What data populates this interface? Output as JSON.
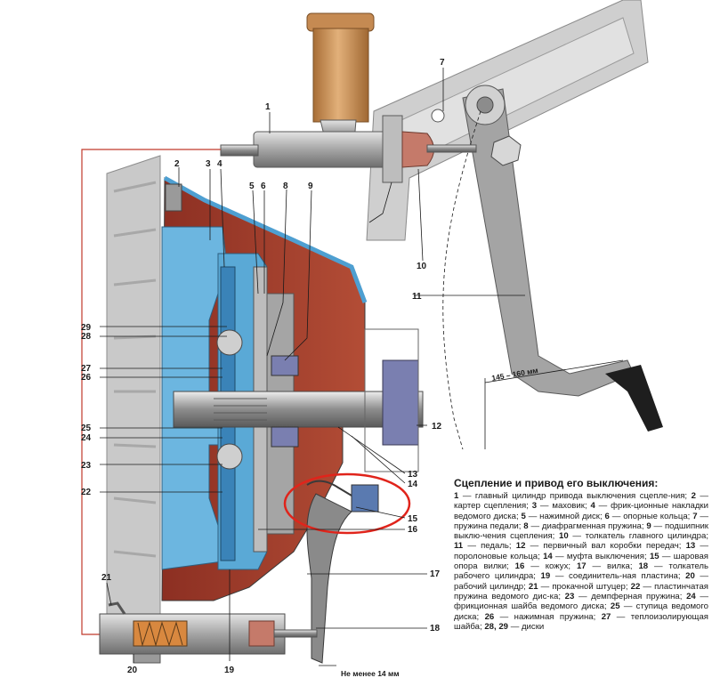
{
  "callouts": {
    "c1": "1",
    "c2": "2",
    "c3": "3",
    "c4": "4",
    "c5": "5",
    "c6": "6",
    "c7": "7",
    "c8": "8",
    "c9": "9",
    "c10": "10",
    "c11": "11",
    "c12": "12",
    "c13": "13",
    "c14": "14",
    "c15": "15",
    "c16": "16",
    "c17": "17",
    "c18": "18",
    "c19": "19",
    "c20": "20",
    "c21": "21",
    "c22": "22",
    "c23": "23",
    "c24": "24",
    "c25": "25",
    "c26": "26",
    "c27": "27",
    "c28": "28",
    "c29": "29"
  },
  "dimensions": {
    "pedal_travel": "145 – 160 мм",
    "min_gap": "Не менее 14 мм"
  },
  "caption": {
    "title": "Сцепление и привод его выключения:",
    "items": [
      {
        "n": "1",
        "t": " — главный цилиндр привода выключения сцепле-ния; "
      },
      {
        "n": "2",
        "t": " — картер сцепления; "
      },
      {
        "n": "3",
        "t": " — маховик; "
      },
      {
        "n": "4",
        "t": " — фрик-ционные накладки ведомого диска; "
      },
      {
        "n": "5",
        "t": " — нажимной диск; "
      },
      {
        "n": "6",
        "t": " — опорные кольца; "
      },
      {
        "n": "7",
        "t": " — пружина педали; "
      },
      {
        "n": "8",
        "t": " — диафрагменная пружина;"
      },
      {
        "n": "9",
        "t": " — подшипник выклю-чения сцепления; "
      },
      {
        "n": "10",
        "t": " — толкатель главного цилиндра; "
      },
      {
        "n": "11",
        "t": " — педаль; "
      },
      {
        "n": "12",
        "t": " — первичный вал коробки передач; "
      },
      {
        "n": "13",
        "t": " — поролоновые кольца; "
      },
      {
        "n": "14",
        "t": " — муфта выключения; "
      },
      {
        "n": "15",
        "t": " — шаровая опора вилки; "
      },
      {
        "n": "16",
        "t": " — кожух; "
      },
      {
        "n": "17",
        "t": " — вилка; "
      },
      {
        "n": "18",
        "t": " — толкатель рабочего цилиндра; "
      },
      {
        "n": "19",
        "t": " — соединитель-ная пластина; "
      },
      {
        "n": "20",
        "t": " — рабочий цилиндр; "
      },
      {
        "n": "21",
        "t": " — прокачной штуцер; "
      },
      {
        "n": "22",
        "t": " — пластинчатая пружина ведомого дис-ка; "
      },
      {
        "n": "23",
        "t": " — демпферная пружина; "
      },
      {
        "n": "24",
        "t": " — фрикционная шайба ведомого диска; "
      },
      {
        "n": "25",
        "t": " — ступица ведомого диска; "
      },
      {
        "n": "26",
        "t": " — нажимная пружина; "
      },
      {
        "n": "27",
        "t": " — теплоизолирующая шайба; "
      },
      {
        "n": "28, 29",
        "t": " — диски"
      }
    ]
  },
  "colors": {
    "housing_red": "#9b3a2a",
    "part_blue": "#5aa9d6",
    "steel_gray": "#a9a9a9",
    "reservoir_tan": "#c8935a",
    "highlight_red": "#e0241b"
  }
}
